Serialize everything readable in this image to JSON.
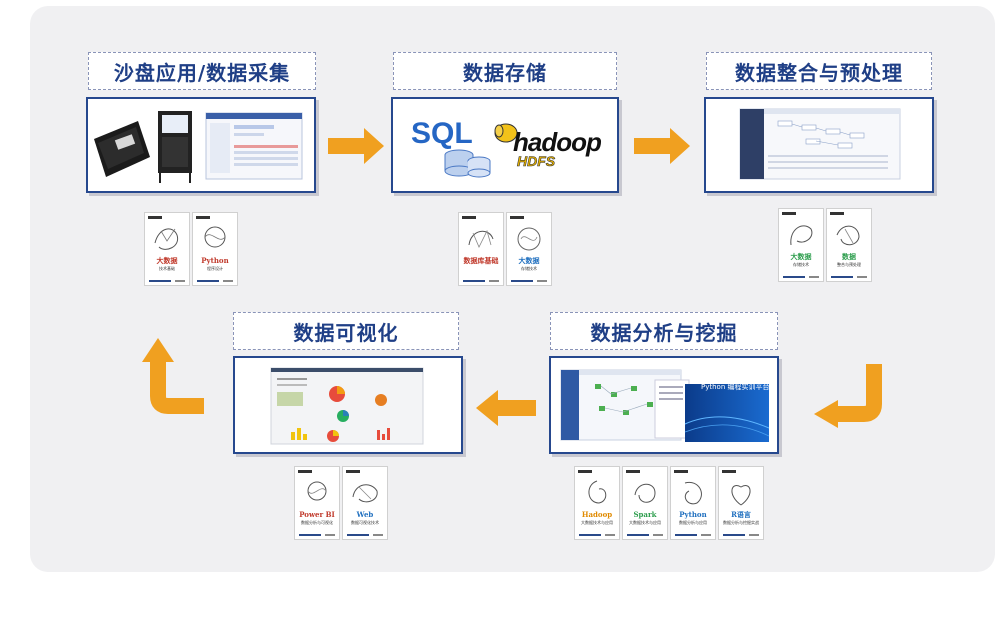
{
  "stages": [
    {
      "title": "沙盘应用/数据采集"
    },
    {
      "title": "数据存储"
    },
    {
      "title": "数据整合与预处理"
    },
    {
      "title": "数据可视化"
    },
    {
      "title": "数据分析与挖掘"
    }
  ],
  "storage_logos": {
    "sql": "SQL",
    "hadoop": "hadoop",
    "hdfs": "HDFS"
  },
  "analysis_screen_caption": "Python 编程实训平台",
  "books": {
    "collect": [
      {
        "title": "大数据",
        "sub": "技术基础"
      },
      {
        "title": "Python",
        "sub": "程序设计"
      }
    ],
    "storage": [
      {
        "title": "数据库基础",
        "sub": ""
      },
      {
        "title": "大数据",
        "sub": "存储技术"
      }
    ],
    "integrate": [
      {
        "title": "大数据",
        "sub": "存储技术"
      },
      {
        "title": "数据",
        "sub": "整合与预处理"
      }
    ],
    "visual": [
      {
        "title": "Power BI",
        "sub": "数据分析与可视化"
      },
      {
        "title": "Web",
        "sub": "数据可视化技术"
      }
    ],
    "analysis": [
      {
        "title": "Hadoop",
        "sub": "大数据技术与应用"
      },
      {
        "title": "Spark",
        "sub": "大数据技术与应用"
      },
      {
        "title": "Python",
        "sub": "数据分析与应用"
      },
      {
        "title": "R语言",
        "sub": "数据分析与挖掘实战"
      }
    ]
  },
  "colors": {
    "title_text": "#1f3f86",
    "frame": "#26488e",
    "arrow": "#f0a020",
    "panel": "#f0f0f2"
  },
  "icons": [
    "right-arrow-icon",
    "left-arrow-icon",
    "u-turn-up-arrow-icon",
    "u-turn-left-arrow-icon"
  ]
}
